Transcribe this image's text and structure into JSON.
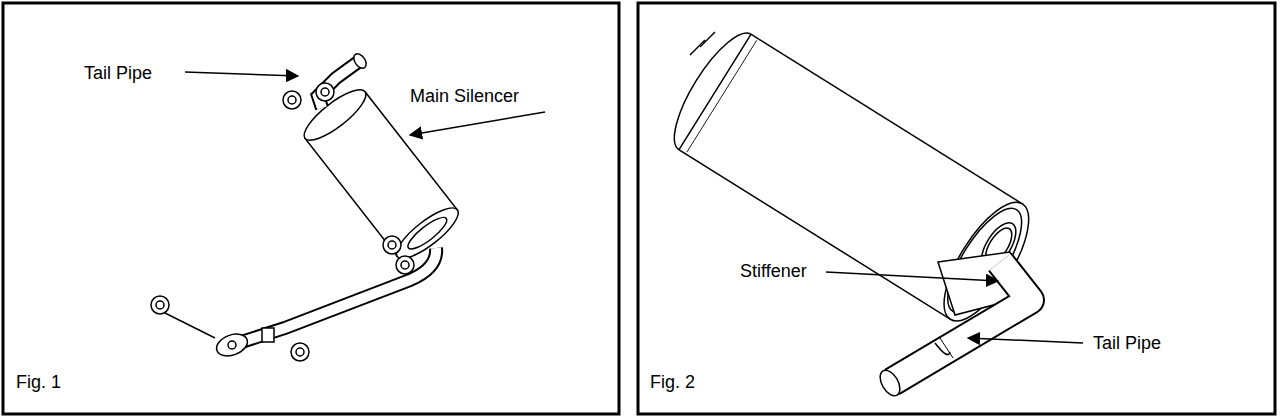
{
  "diagram": {
    "labels": [
      "Tail Pipe",
      "Main Silencer",
      "Fig. 1",
      "Stiffener",
      "Tail Pipe",
      "Fig. 2"
    ]
  }
}
